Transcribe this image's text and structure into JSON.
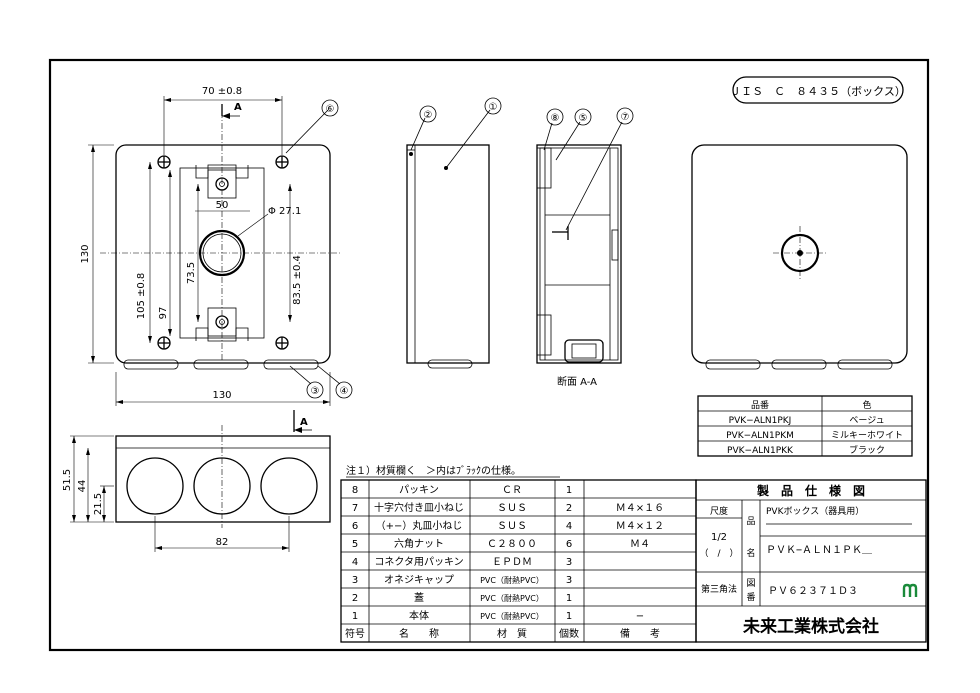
{
  "standard": "ＪＩＳ　Ｃ　８４３５（ボックス）",
  "front_view": {
    "dims": {
      "top_width": "70 ±0.8",
      "total_height": "130",
      "hole_pitch_v": "105 ±0.8",
      "inner_97": "97",
      "inner_73": "73.5",
      "center_50": "50",
      "hole_dia": "Φ 27.1",
      "pitch_83": "83.5 ±0.4",
      "bottom_width": "130"
    },
    "section_mark": "A"
  },
  "callouts": [
    "①",
    "②",
    "③",
    "④",
    "⑤",
    "⑥",
    "⑦",
    "⑧"
  ],
  "section_label": "断面 A-A",
  "bottom_view": {
    "dims": {
      "height_total": "51.5",
      "height_44": "44",
      "height_21": "21.5",
      "pitch_82": "82"
    },
    "section_mark": "A"
  },
  "color_table": {
    "headers": [
      "品番",
      "色"
    ],
    "rows": [
      [
        "PVK−ALN1PKJ",
        "ベージュ"
      ],
      [
        "PVK−ALN1PKM",
        "ミルキーホワイト"
      ],
      [
        "PVK−ALN1PKK",
        "ブラック"
      ]
    ]
  },
  "note": "注１）材質欄く　＞内はﾌﾞﾗｯｸの仕様。",
  "parts_table": {
    "headers": [
      "符号",
      "名　　称",
      "材　質",
      "個数",
      "備　　考"
    ],
    "rows": [
      [
        "8",
        "パッキン",
        "ＣＲ",
        "1",
        ""
      ],
      [
        "7",
        "十字穴付き皿小ねじ",
        "ＳＵＳ",
        "2",
        "Ｍ４×１６"
      ],
      [
        "6",
        "（+−）丸皿小ねじ",
        "ＳＵＳ",
        "4",
        "Ｍ４×１２"
      ],
      [
        "5",
        "六角ナット",
        "Ｃ２８００",
        "6",
        "Ｍ４"
      ],
      [
        "4",
        "コネクタ用パッキン",
        "ＥＰＤＭ",
        "3",
        ""
      ],
      [
        "3",
        "オネジキャップ",
        "PVC（耐熱PVC）",
        "3",
        ""
      ],
      [
        "2",
        "蓋",
        "PVC（耐熱PVC）",
        "1",
        ""
      ],
      [
        "1",
        "本体",
        "PVC（耐熱PVC）",
        "1",
        "−"
      ]
    ]
  },
  "title_block": {
    "title": "製　品　仕　様　図",
    "scale_label": "尺度",
    "scale_value": "1/2",
    "scale_paren": "（　/　）",
    "name_label_1": "品",
    "name_label_2": "名",
    "product_name": "PVKボックス（器具用）",
    "product_code": "ＰＶＫ−ＡＬＮ１ＰＫ＿",
    "projection": "第三角法",
    "drawing_label_1": "図",
    "drawing_label_2": "番",
    "drawing_number": "ＰＶ６２３７１Ｄ３",
    "company": "未来工業株式会社"
  }
}
